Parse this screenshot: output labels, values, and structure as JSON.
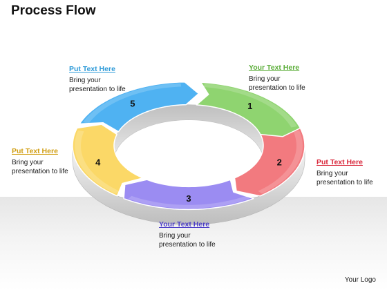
{
  "title": "Process Flow",
  "steps": [
    {
      "number": "1",
      "heading": "Your Text Here",
      "body_line1": "Bring your",
      "body_line2": "presentation to life",
      "color": "#8fd470",
      "heading_color": "#5cae3a"
    },
    {
      "number": "2",
      "heading": "Put Text Here",
      "body_line1": "Bring your",
      "body_line2": "presentation to life",
      "color": "#f27a7f",
      "heading_color": "#d9263a"
    },
    {
      "number": "3",
      "heading": "Your Text Here",
      "body_line1": "Bring your",
      "body_line2": "presentation to life",
      "color": "#9b8cf2",
      "heading_color": "#4a3cc7"
    },
    {
      "number": "4",
      "heading": "Put Text Here",
      "body_line1": "Bring your",
      "body_line2": "presentation to life",
      "color": "#fbd867",
      "heading_color": "#d19e12"
    },
    {
      "number": "5",
      "heading": "Put Text Here",
      "body_line1": "Bring your",
      "body_line2": "presentation to life",
      "color": "#4fb2f2",
      "heading_color": "#2d9ad8"
    }
  ],
  "logo": "Your Logo"
}
